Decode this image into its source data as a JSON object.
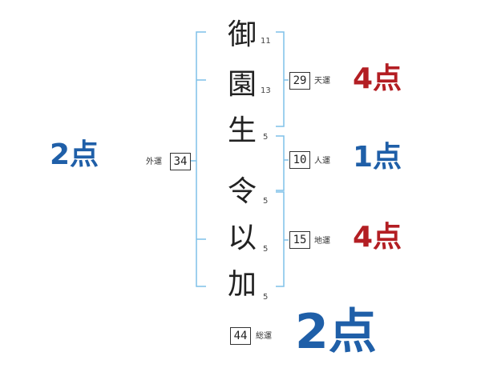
{
  "colors": {
    "bracket": "#7fc0e8",
    "blue": "#1f5fa8",
    "red": "#b31e23"
  },
  "characters": [
    {
      "char": "御",
      "strokes": "11"
    },
    {
      "char": "園",
      "strokes": "13"
    },
    {
      "char": "生",
      "strokes": "5"
    },
    {
      "char": "令",
      "strokes": "5"
    },
    {
      "char": "以",
      "strokes": "5"
    },
    {
      "char": "加",
      "strokes": "5"
    }
  ],
  "tenkaku": {
    "value": "29",
    "label": "天運",
    "score": "4点"
  },
  "jinkaku": {
    "value": "10",
    "label": "人運",
    "score": "1点"
  },
  "chikaku": {
    "value": "15",
    "label": "地運",
    "score": "4点"
  },
  "gaikaku": {
    "value": "34",
    "label": "外運",
    "score": "2点"
  },
  "soukaku": {
    "value": "44",
    "label": "総運",
    "score": "2点"
  }
}
